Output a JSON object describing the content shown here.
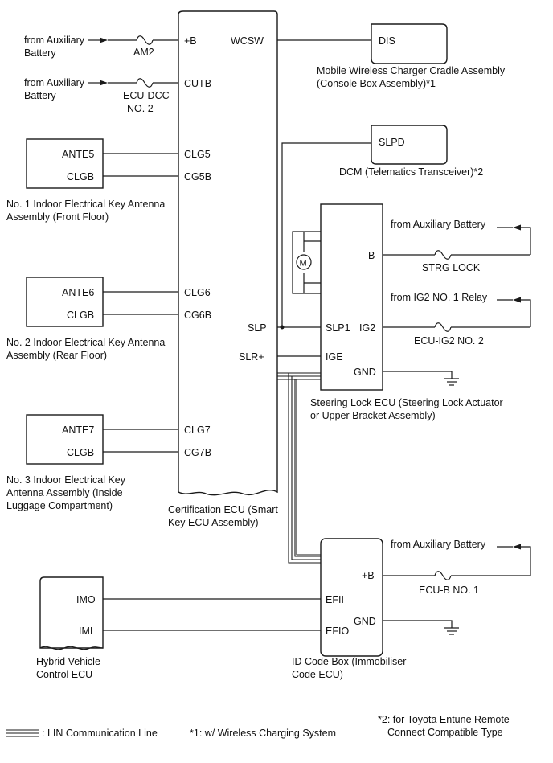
{
  "ecu": {
    "pins": {
      "b": "+B",
      "cutb": "CUTB",
      "clg5": "CLG5",
      "cg5b": "CG5B",
      "clg6": "CLG6",
      "cg6b": "CG6B",
      "clg7": "CLG7",
      "cg7b": "CG7B",
      "wcsw": "WCSW",
      "slp": "SLP",
      "slr": "SLR+"
    },
    "caption": [
      "Certification ECU (Smart",
      "Key ECU Assembly)"
    ]
  },
  "battery_inputs": {
    "first": {
      "label": [
        "from Auxiliary",
        "Battery"
      ],
      "fuse": [
        "AM2"
      ]
    },
    "second": {
      "label": [
        "from Auxiliary",
        "Battery"
      ],
      "fuse": [
        "ECU-DCC",
        "NO. 2"
      ]
    }
  },
  "antennas": [
    {
      "pin_a": "ANTE5",
      "pin_b": "CLGB",
      "caption": [
        "No. 1 Indoor Electrical Key Antenna",
        "Assembly (Front Floor)"
      ]
    },
    {
      "pin_a": "ANTE6",
      "pin_b": "CLGB",
      "caption": [
        "No. 2 Indoor Electrical Key Antenna",
        "Assembly (Rear Floor)"
      ]
    },
    {
      "pin_a": "ANTE7",
      "pin_b": "CLGB",
      "caption": [
        "No. 3 Indoor Electrical Key",
        "Antenna Assembly (Inside",
        "Luggage Compartment)"
      ]
    }
  ],
  "charger": {
    "pin": "DIS",
    "caption": [
      "Mobile Wireless Charger Cradle Assembly",
      "(Console Box Assembly)*1"
    ]
  },
  "dcm": {
    "pin": "SLPD",
    "caption": [
      "DCM (Telematics Transceiver)*2"
    ]
  },
  "steering_lock": {
    "motor": "M",
    "pins": {
      "b": "B",
      "slp1": "SLP1",
      "ig2": "IG2",
      "ige": "IGE",
      "gnd": "GND"
    },
    "b_source": "from Auxiliary Battery",
    "b_fuse": "STRG LOCK",
    "ig2_source": "from IG2 NO. 1 Relay",
    "ig2_fuse": "ECU-IG2 NO. 2",
    "caption": [
      "Steering Lock ECU (Steering Lock Actuator",
      "or Upper Bracket Assembly)"
    ]
  },
  "id_code_box": {
    "pins": {
      "b": "+B",
      "efii": "EFII",
      "efio": "EFIO",
      "gnd": "GND"
    },
    "b_source": "from Auxiliary Battery",
    "b_fuse": "ECU-B NO. 1",
    "caption": [
      "ID Code Box (Immobiliser",
      "Code ECU)"
    ]
  },
  "hybrid_ecu": {
    "pins": {
      "imo": "IMO",
      "imi": "IMI"
    },
    "caption": [
      "Hybrid Vehicle",
      "Control ECU"
    ]
  },
  "legend": {
    "lin": ": LIN Communication Line",
    "note1": "*1: w/ Wireless Charging System",
    "note2": [
      "*2: for Toyota Entune Remote",
      "Connect Compatible Type"
    ]
  }
}
